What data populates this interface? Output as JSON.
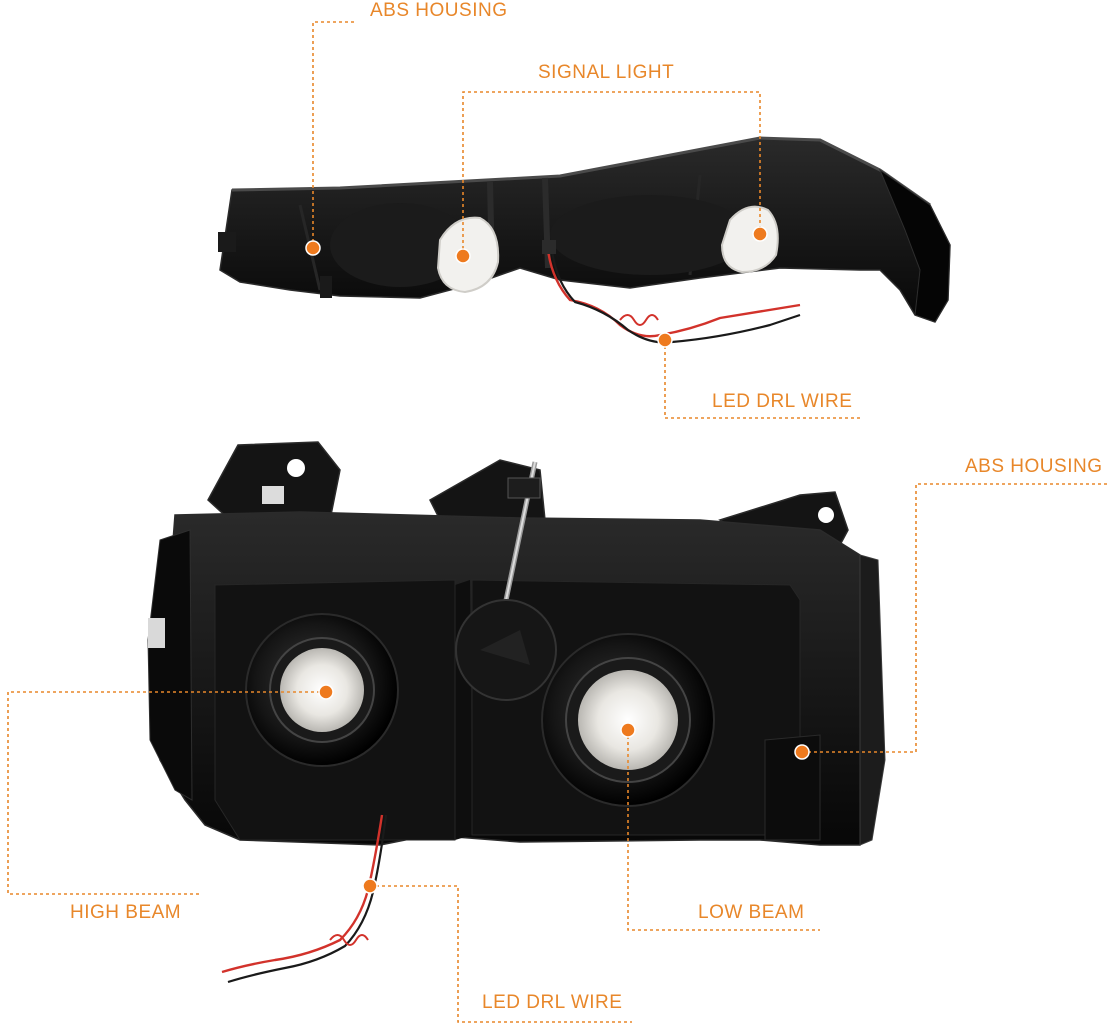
{
  "callouts": {
    "abs_housing_top": "ABS HOUSING",
    "signal_light": "SIGNAL LIGHT",
    "led_drl_wire_top": "LED DRL WIRE",
    "abs_housing_bottom": "ABS HOUSING",
    "high_beam": "HIGH BEAM",
    "low_beam": "LOW BEAM",
    "led_drl_wire_bottom": "LED DRL WIRE"
  },
  "colors": {
    "callout": "#e8872a",
    "marker": "#ee7a1e",
    "housing": "#101010",
    "housing_edge": "#2b2b2b",
    "socket": "#f1f0ec",
    "wire_red": "#d2322b",
    "wire_black": "#1a1a1a"
  }
}
